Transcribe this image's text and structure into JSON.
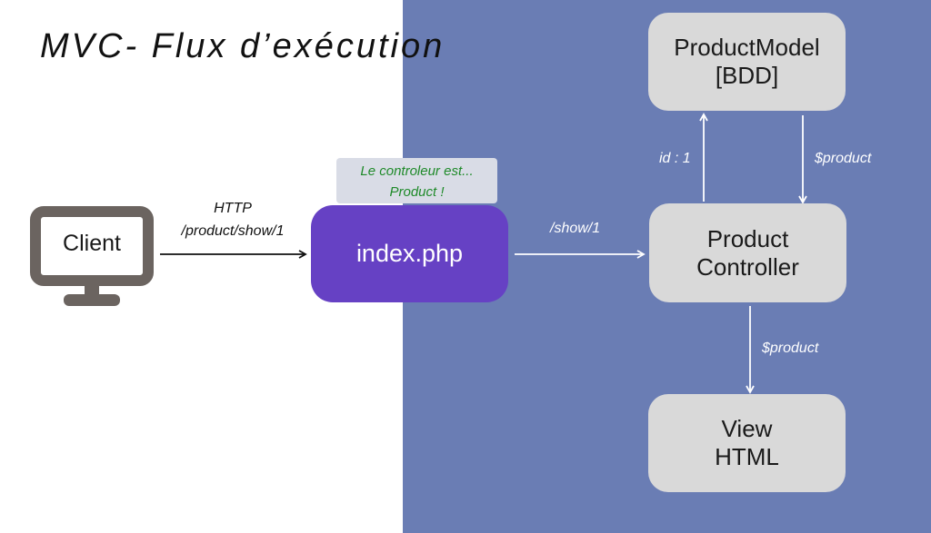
{
  "title": "MVC- Flux d’exécution",
  "client": {
    "label": "Client"
  },
  "http_request": {
    "line1": "HTTP",
    "line2": "/product/show/1"
  },
  "index": {
    "label": "index.php"
  },
  "callout": {
    "line1": "Le controleur est...",
    "line2": "Product !"
  },
  "route": {
    "label": "/show/1"
  },
  "controller": {
    "line1": "Product",
    "line2": "Controller"
  },
  "model": {
    "line1": "ProductModel",
    "line2": "[BDD]"
  },
  "edge_id": {
    "label": "id : 1"
  },
  "edge_product_up": {
    "label": "$product"
  },
  "edge_product_down": {
    "label": "$product"
  },
  "view": {
    "line1": "View",
    "line2": "HTML"
  },
  "colors": {
    "panel": "#6a7db4",
    "index_box": "#6641c4",
    "gray_box": "#d9d9d9",
    "callout_text": "#1f8a2a",
    "monitor": "#6b6460"
  }
}
